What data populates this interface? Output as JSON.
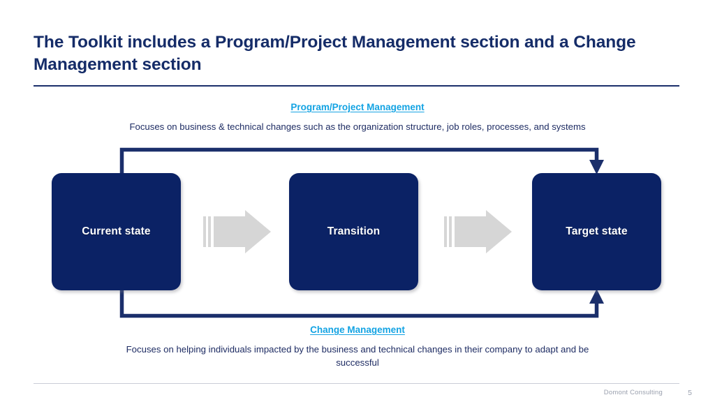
{
  "slide": {
    "title": "The Toolkit includes a Program/Project Management section and a Change Management section",
    "colors": {
      "navy": "#0B2265",
      "title_navy": "#152C68",
      "link_blue": "#13A3E3",
      "body_navy": "#1E2C63",
      "arrow_gray": "#D6D6D6",
      "footer_gray": "#9AA0AE",
      "background": "#FFFFFF"
    }
  },
  "top_caption": {
    "heading": "Program/Project Management",
    "body": "Focuses on business & technical changes such as the organization structure, job roles, processes, and systems"
  },
  "bottom_caption": {
    "heading": "Change Management",
    "body": "Focuses on helping individuals impacted by the business and technical changes in their company to adapt and be successful"
  },
  "flow": {
    "boxes": [
      {
        "id": "current",
        "label": "Current state"
      },
      {
        "id": "transition",
        "label": "Transition"
      },
      {
        "id": "target",
        "label": "Target state"
      }
    ],
    "connectors": [
      {
        "name": "program-project-management-loop",
        "direction": "current-state-top to target-state-top"
      },
      {
        "name": "change-management-loop",
        "direction": "current-state-bottom to target-state-bottom"
      }
    ],
    "arrows": [
      {
        "name": "arrow-current-to-transition"
      },
      {
        "name": "arrow-transition-to-target"
      }
    ]
  },
  "footer": {
    "company": "Domont Consulting",
    "page_number": "5"
  }
}
